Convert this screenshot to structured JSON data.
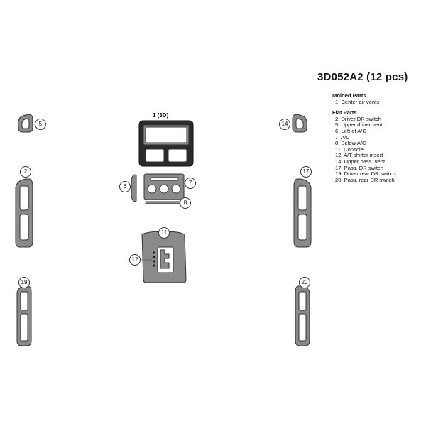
{
  "title": "3D052A2 (12 pcs)",
  "legend": {
    "molded_heading": "Molded Parts",
    "molded_items": [
      "1. Center air vents"
    ],
    "flat_heading": "Flat Parts",
    "flat_items": [
      "2. Driver DR switch",
      "5. Upper driver vent",
      "6. Left of A/C",
      "7. A/C",
      "8. Below A/C",
      "11. Console",
      "12. A/T shifter insert",
      "14. Upper pass. vent",
      "17. Pass. DR switch",
      "19. Driver rear DR switch",
      "20. Pass. rear DR switch"
    ]
  },
  "diagram_labels": {
    "part1": "1 (3D)",
    "c5": "5",
    "c2": "2",
    "c19": "19",
    "c6": "6",
    "c7": "7",
    "c8": "8",
    "c11": "11",
    "c12": "12",
    "c14": "14",
    "c17": "17",
    "c20": "20"
  },
  "colors": {
    "part_fill": "#8a8a8a",
    "molded_fill": "#2b2b2b",
    "outline": "#333333"
  }
}
